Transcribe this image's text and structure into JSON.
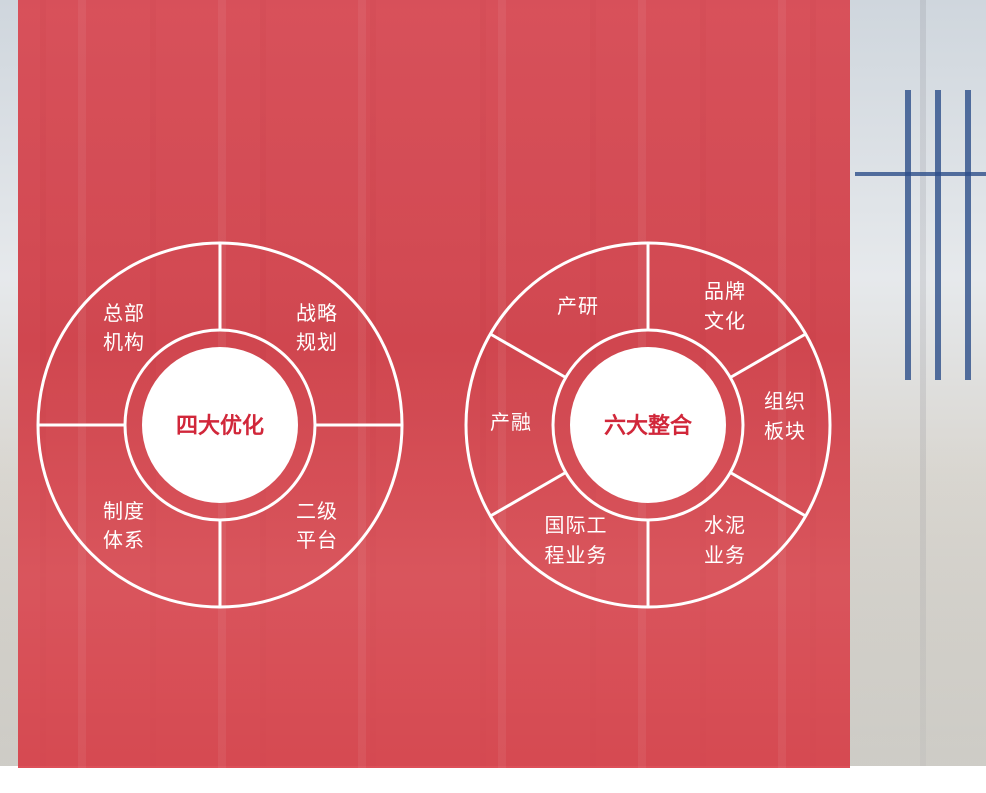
{
  "colors": {
    "overlay_red": "#d6303a",
    "center_text_red": "#d1273a",
    "ring_line": "#ffffff"
  },
  "diagram_left": {
    "center_label": "四大优化",
    "segments": [
      {
        "line1": "总部",
        "line2": "机构"
      },
      {
        "line1": "战略",
        "line2": "规划"
      },
      {
        "line1": "二级",
        "line2": "平台"
      },
      {
        "line1": "制度",
        "line2": "体系"
      }
    ]
  },
  "diagram_right": {
    "center_label": "六大整合",
    "segments": [
      {
        "line1": "品牌",
        "line2": "文化"
      },
      {
        "line1": "组织",
        "line2": "板块"
      },
      {
        "line1": "水泥",
        "line2": "业务"
      },
      {
        "line1": "国际工",
        "line2": "程业务"
      },
      {
        "line1": "产融",
        "line2": ""
      },
      {
        "line1": "产研",
        "line2": ""
      }
    ]
  }
}
